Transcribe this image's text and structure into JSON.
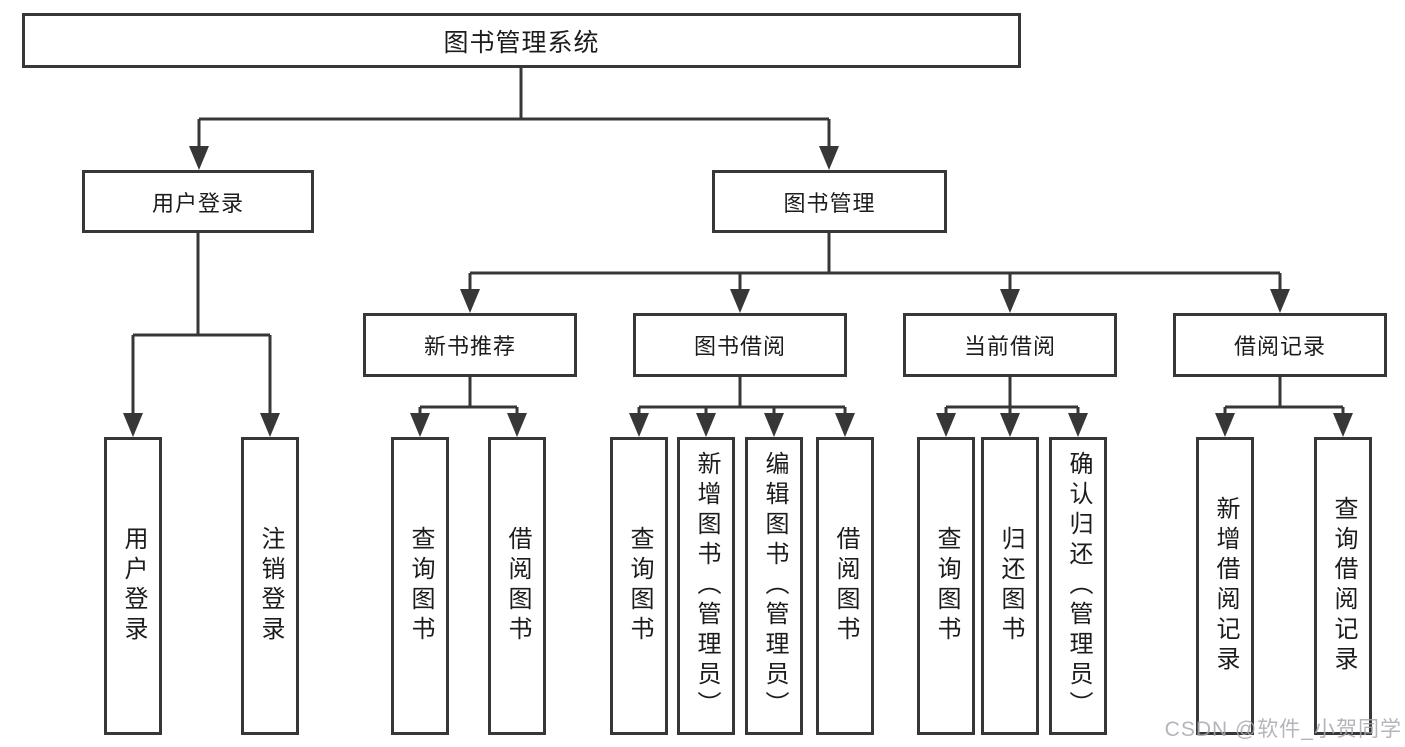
{
  "diagram": {
    "root": {
      "label": "图书管理系统"
    },
    "level2": [
      {
        "label": "用户登录"
      },
      {
        "label": "图书管理"
      }
    ],
    "level3": [
      {
        "label": "新书推荐",
        "parent": "图书管理"
      },
      {
        "label": "图书借阅",
        "parent": "图书管理"
      },
      {
        "label": "当前借阅",
        "parent": "图书管理"
      },
      {
        "label": "借阅记录",
        "parent": "图书管理"
      }
    ],
    "leaves": [
      {
        "label": "用户登录",
        "parent": "用户登录"
      },
      {
        "label": "注销登录",
        "parent": "用户登录"
      },
      {
        "label": "查询图书",
        "parent": "新书推荐"
      },
      {
        "label": "借阅图书",
        "parent": "新书推荐"
      },
      {
        "label": "查询图书",
        "parent": "图书借阅"
      },
      {
        "label": "新增图书（管理员）",
        "parent": "图书借阅"
      },
      {
        "label": "编辑图书（管理员）",
        "parent": "图书借阅"
      },
      {
        "label": "借阅图书",
        "parent": "图书借阅"
      },
      {
        "label": "查询图书",
        "parent": "当前借阅"
      },
      {
        "label": "归还图书",
        "parent": "当前借阅"
      },
      {
        "label": "确认归还（管理员）",
        "parent": "当前借阅"
      },
      {
        "label": "新增借阅记录",
        "parent": "借阅记录"
      },
      {
        "label": "查询借阅记录",
        "parent": "借阅记录"
      }
    ]
  },
  "watermark": {
    "text": "CSDN @软件_小贺同学"
  },
  "colors": {
    "line": "#373737",
    "text": "#1c1c1c",
    "background": "#ffffff",
    "watermark": "#a8a8b0"
  }
}
